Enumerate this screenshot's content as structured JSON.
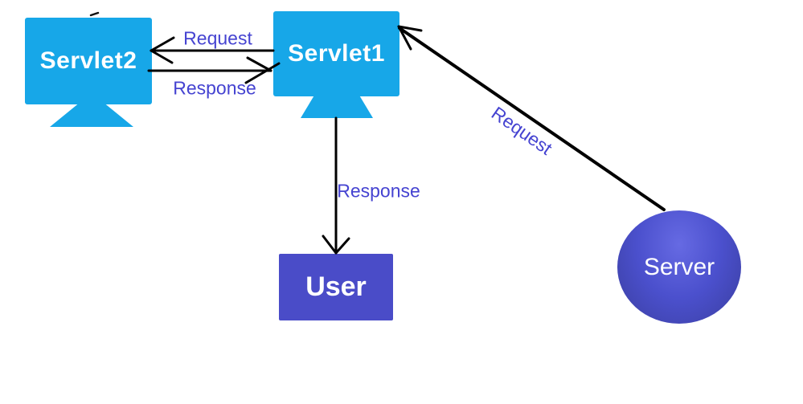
{
  "diagram": {
    "nodes": [
      {
        "id": "servlet2",
        "label": "Servlet2",
        "shape": "monitor",
        "color": "#17a7e8"
      },
      {
        "id": "servlet1",
        "label": "Servlet1",
        "shape": "monitor",
        "color": "#17a7e8"
      },
      {
        "id": "user",
        "label": "User",
        "shape": "rectangle",
        "color": "#4a4cc8"
      },
      {
        "id": "server",
        "label": "Server",
        "shape": "sphere",
        "color": "#4b50cd"
      }
    ],
    "edges": [
      {
        "id": "servlet1-to-servlet2",
        "from": "Servlet1",
        "to": "Servlet2",
        "label": "Request",
        "direction": "left"
      },
      {
        "id": "servlet2-to-servlet1",
        "from": "Servlet2",
        "to": "Servlet1",
        "label": "Response",
        "direction": "right"
      },
      {
        "id": "servlet1-to-user",
        "from": "Servlet1",
        "to": "User",
        "label": "Response",
        "direction": "down"
      },
      {
        "id": "server-to-servlet1",
        "from": "Server",
        "to": "Servlet1",
        "label": "Request",
        "direction": "up-left"
      }
    ],
    "colors": {
      "monitor_fill": "#17a7e8",
      "user_box_fill": "#4a4cc8",
      "sphere_center": "#666ae3",
      "sphere_edge": "#3a3e9f",
      "edge_label_text": "#4543d1",
      "arrow_stroke": "#000000",
      "node_text": "#ffffff",
      "background": "#ffffff"
    }
  }
}
